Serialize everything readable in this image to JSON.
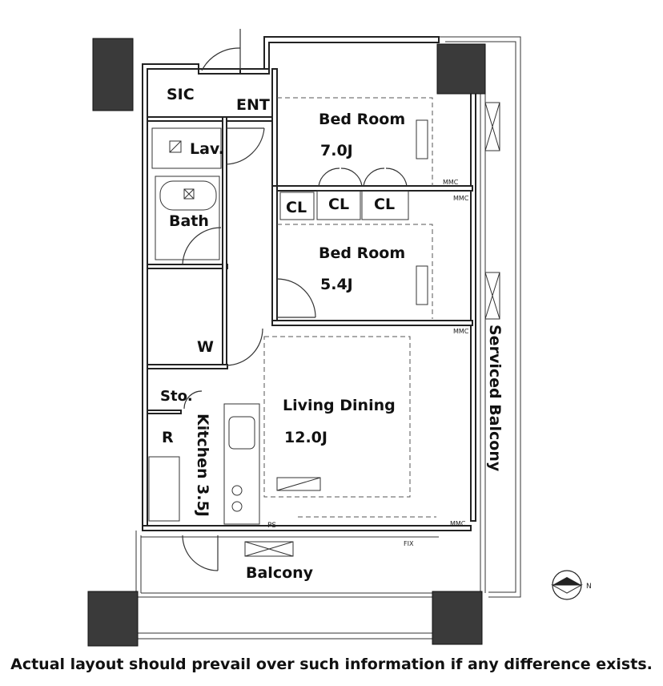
{
  "rooms": {
    "sic": "SIC",
    "ent": "ENT",
    "bed1_name": "Bed Room",
    "bed1_size": "7.0J",
    "lav": "Lav.",
    "bath": "Bath",
    "cl_small": "CL",
    "cl_a": "CL",
    "cl_b": "CL",
    "bed2_name": "Bed Room",
    "bed2_size": "5.4J",
    "w": "W",
    "sto": "Sto.",
    "r": "R",
    "kitchen": "Kitchen 3.5J",
    "living_name": "Living Dining",
    "living_size": "12.0J",
    "serviced_balcony": "Serviced Balcony",
    "balcony": "Balcony"
  },
  "small_marks": {
    "ps": "PS",
    "mmc1": "MMC",
    "mmc2": "MMC",
    "mmc3": "MMC",
    "mmc4": "MMC",
    "fix": "FIX",
    "n": "N"
  },
  "disclaimer": "Actual layout should prevail over such information if any difference exists."
}
